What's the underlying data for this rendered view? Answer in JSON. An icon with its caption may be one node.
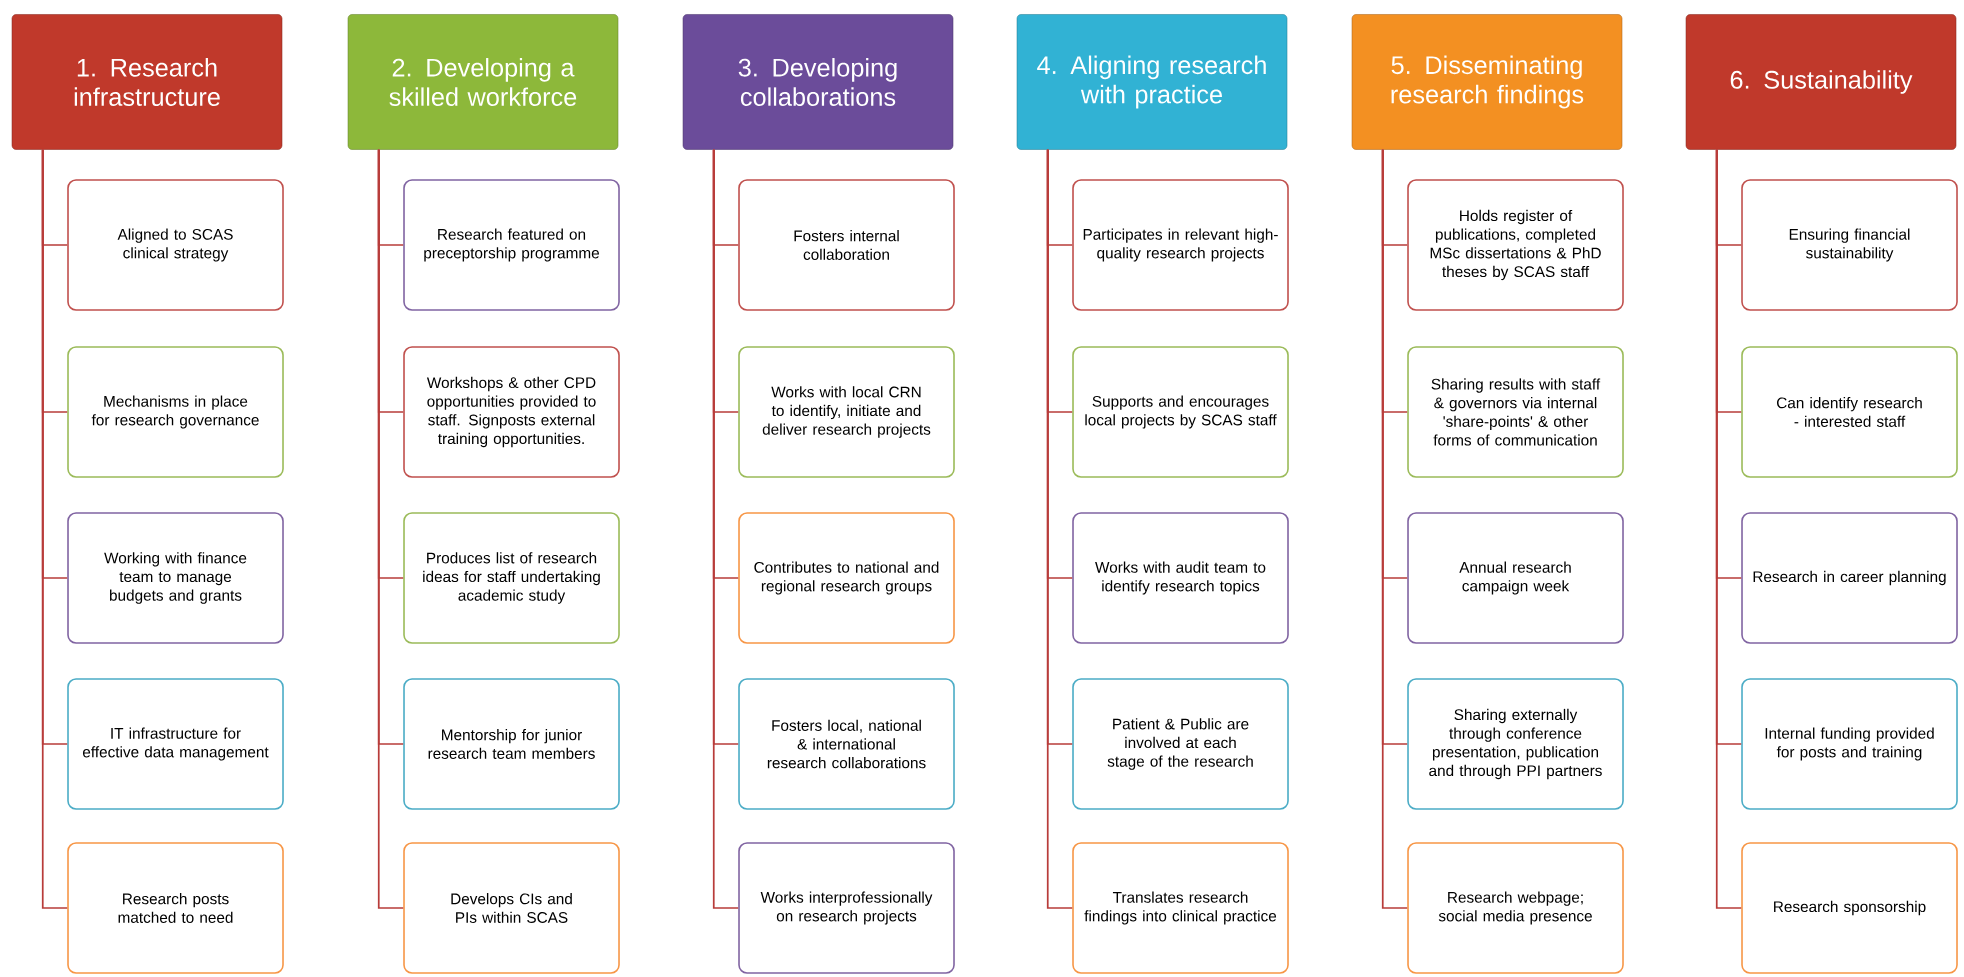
{
  "diagram": {
    "nodes": [
      {
        "text": [
          "1. Research infrastructure"
        ]
      },
      {
        "text": [
          "Aligned to SCAS clinical strategy"
        ]
      },
      {
        "text": [
          "Mechanisms in place for research governance"
        ]
      },
      {
        "text": [
          "Working with finance team to manage budgets and grants"
        ]
      },
      {
        "text": [
          "IT infrastructure for effective data management"
        ]
      },
      {
        "text": [
          "Research posts matched to need"
        ]
      },
      {
        "text": [
          "2. Developing a skilled workforce"
        ]
      },
      {
        "text": [
          "Research featured on preceptorship programme"
        ]
      },
      {
        "text": [
          "Workshops & other CPD opportunities provided to staff. Signposts external training opportunities."
        ]
      },
      {
        "text": [
          "Produces list of research ideas for staff undertaking academic study"
        ]
      },
      {
        "text": [
          "Mentorship for junior research team members"
        ]
      },
      {
        "text": [
          "Develops CIs and PIs within SCAS"
        ]
      },
      {
        "text": [
          "3. Developing collaborations"
        ]
      },
      {
        "text": [
          "Fosters internal collaboration"
        ]
      },
      {
        "text": [
          "Works with local CRN to identify, initiate and deliver research projects"
        ]
      },
      {
        "text": [
          "Contributes to national and regional research groups"
        ]
      },
      {
        "text": [
          "Fosters local, national & international research collaborations"
        ]
      },
      {
        "text": [
          "Works interprofessionally on research projects"
        ]
      },
      {
        "text": [
          "4. Aligning research with practice"
        ]
      },
      {
        "text": [
          "Participates in relevant high-quality research projects"
        ]
      },
      {
        "text": [
          "Supports and encourages local projects by SCAS staff"
        ]
      },
      {
        "text": [
          "Works with audit team to identify research topics"
        ]
      },
      {
        "text": [
          "Patient & Public are involved at each stage of the research"
        ]
      },
      {
        "text": [
          "Translates research findings into clinical practice"
        ]
      },
      {
        "text": [
          "5. Disseminating research findings"
        ]
      },
      {
        "text": [
          "Holds register of publications, completed MSc dissertations & PhD theses by SCAS staff"
        ]
      },
      {
        "text": [
          "Sharing results with staff & governors via internal 'share-points' & other forms of communication"
        ]
      },
      {
        "text": [
          "Annual research campaign week"
        ]
      },
      {
        "text": [
          "Sharing externally through conference presentation, publication and through PPI partners"
        ]
      },
      {
        "text": [
          "Research webpage; social media presence"
        ]
      },
      {
        "text": [
          "6. Sustainability"
        ]
      },
      {
        "text": [
          "Ensuring financial sustainability"
        ]
      },
      {
        "text": [
          "Can identify research - interested staff"
        ]
      },
      {
        "text": [
          "Research in career planning"
        ]
      },
      {
        "text": [
          "Internal funding provided for posts and training"
        ]
      },
      {
        "text": [
          "Research sponsorship"
        ]
      }
    ],
    "edges": [
      {
        "from": 0,
        "to": 1,
        "arrow": "none"
      },
      {
        "from": 0,
        "to": 2,
        "arrow": "none"
      },
      {
        "from": 0,
        "to": 3,
        "arrow": "none"
      },
      {
        "from": 0,
        "to": 4,
        "arrow": "none"
      },
      {
        "from": 0,
        "to": 5,
        "arrow": "none"
      },
      {
        "from": 6,
        "to": 7,
        "arrow": "none"
      },
      {
        "from": 6,
        "to": 8,
        "arrow": "none"
      },
      {
        "from": 6,
        "to": 9,
        "arrow": "none"
      },
      {
        "from": 6,
        "to": 10,
        "arrow": "none"
      },
      {
        "from": 6,
        "to": 11,
        "arrow": "none"
      },
      {
        "from": 12,
        "to": 13,
        "arrow": "none"
      },
      {
        "from": 12,
        "to": 14,
        "arrow": "none"
      },
      {
        "from": 12,
        "to": 15,
        "arrow": "none"
      },
      {
        "from": 12,
        "to": 16,
        "arrow": "none"
      },
      {
        "from": 12,
        "to": 17,
        "arrow": "none"
      },
      {
        "from": 18,
        "to": 19,
        "arrow": "none"
      },
      {
        "from": 18,
        "to": 20,
        "arrow": "none"
      },
      {
        "from": 18,
        "to": 21,
        "arrow": "none"
      },
      {
        "from": 18,
        "to": 22,
        "arrow": "none"
      },
      {
        "from": 18,
        "to": 23,
        "arrow": "none"
      },
      {
        "from": 24,
        "to": 25,
        "arrow": "none"
      },
      {
        "from": 24,
        "to": 26,
        "arrow": "none"
      },
      {
        "from": 24,
        "to": 27,
        "arrow": "none"
      },
      {
        "from": 24,
        "to": 28,
        "arrow": "none"
      },
      {
        "from": 24,
        "to": 29,
        "arrow": "none"
      },
      {
        "from": 30,
        "to": 31,
        "arrow": "none"
      },
      {
        "from": 30,
        "to": 32,
        "arrow": "none"
      },
      {
        "from": 30,
        "to": 33,
        "arrow": "none"
      },
      {
        "from": 30,
        "to": 34,
        "arrow": "none"
      },
      {
        "from": 30,
        "to": 35,
        "arrow": "none"
      }
    ]
  }
}
